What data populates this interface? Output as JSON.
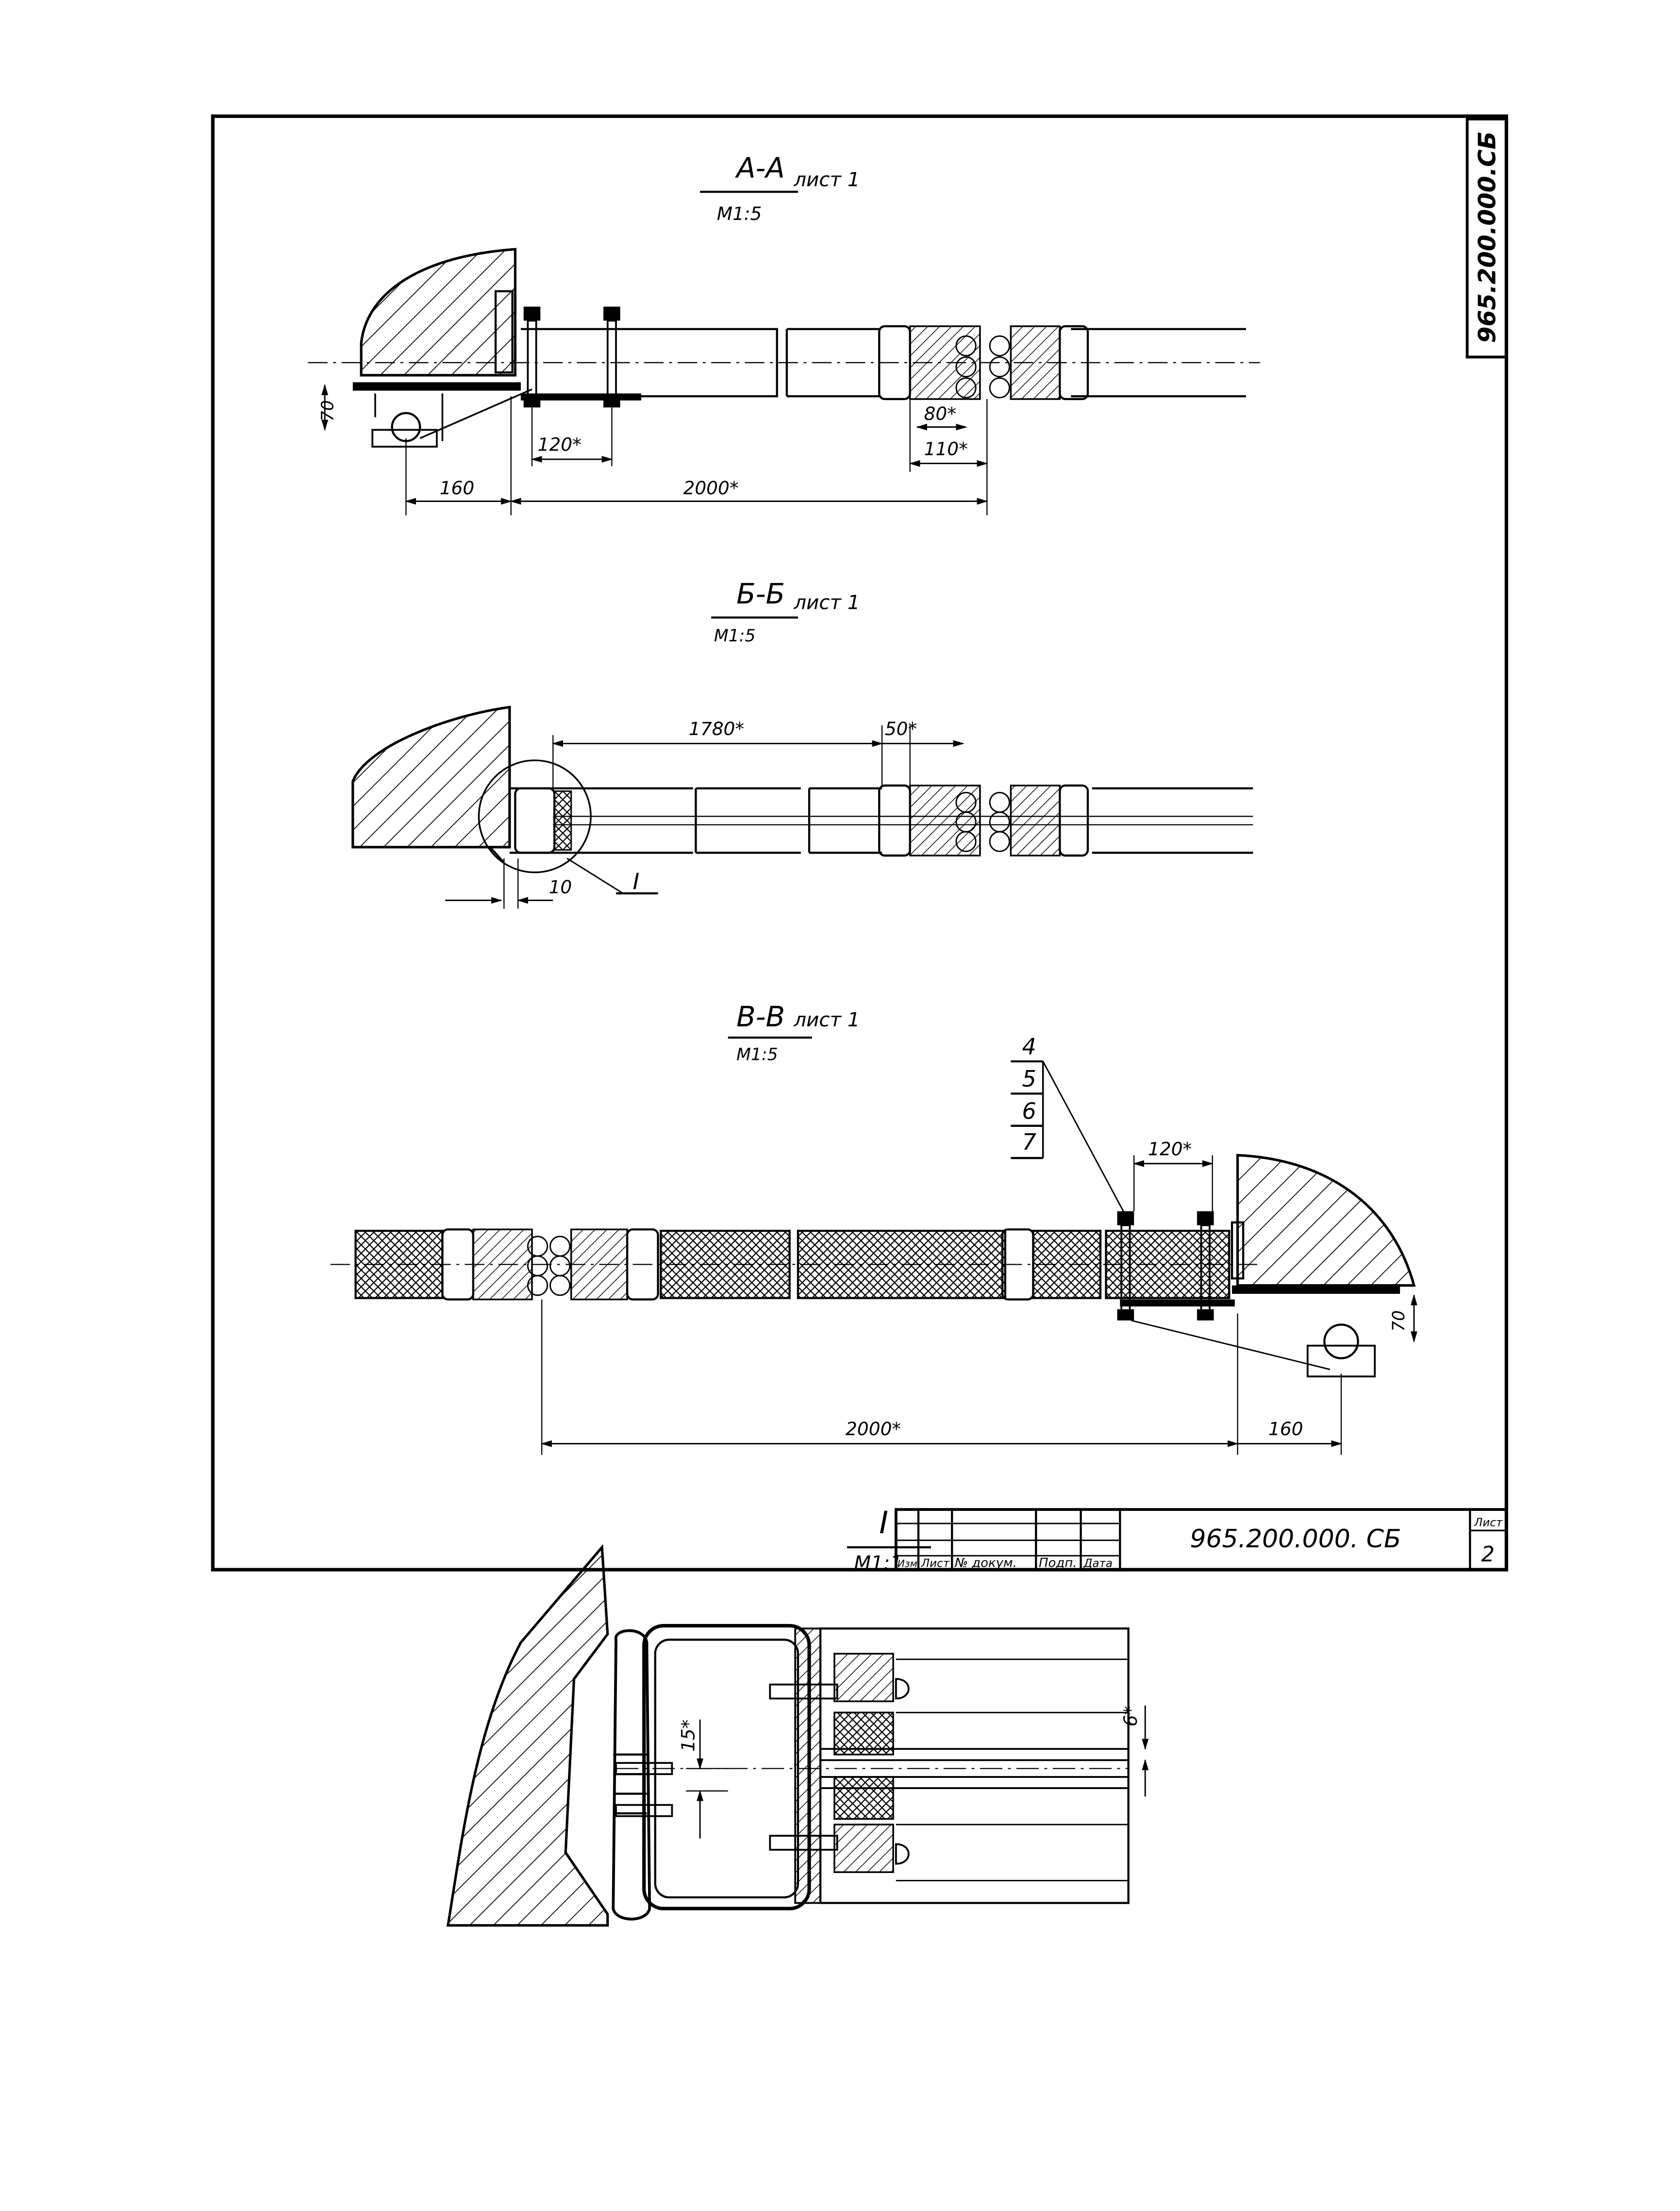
{
  "document": {
    "code_vertical": "965.200.000.СБ",
    "code_titleblock": "965.200.000. СБ",
    "sheet_label": "Лист",
    "sheet_number": "2",
    "titleblock_columns": [
      "Изм.",
      "Лист",
      "№ докум.",
      "Подп.",
      "Дата"
    ]
  },
  "views": {
    "aa": {
      "title": "А-А",
      "sheet_ref": "лист 1",
      "scale": "М1:5",
      "dims": {
        "d70": "70",
        "d120": "120*",
        "d80": "80*",
        "d110": "110*",
        "d160": "160",
        "d2000": "2000*"
      }
    },
    "bb": {
      "title": "Б-Б",
      "sheet_ref": "лист 1",
      "scale": "М1:5",
      "dims": {
        "d1780": "1780*",
        "d50": "50*",
        "d10": "10"
      },
      "callout": "I"
    },
    "vv": {
      "title": "В-В",
      "sheet_ref": "лист 1",
      "scale": "М1:5",
      "positions": [
        "4",
        "5",
        "6",
        "7"
      ],
      "dims": {
        "d120": "120*",
        "d70": "70",
        "d2000": "2000*",
        "d160": "160"
      }
    },
    "detail": {
      "title": "I",
      "scale": "М1:1",
      "dims": {
        "d15": "15*",
        "d6": "6*"
      }
    }
  }
}
